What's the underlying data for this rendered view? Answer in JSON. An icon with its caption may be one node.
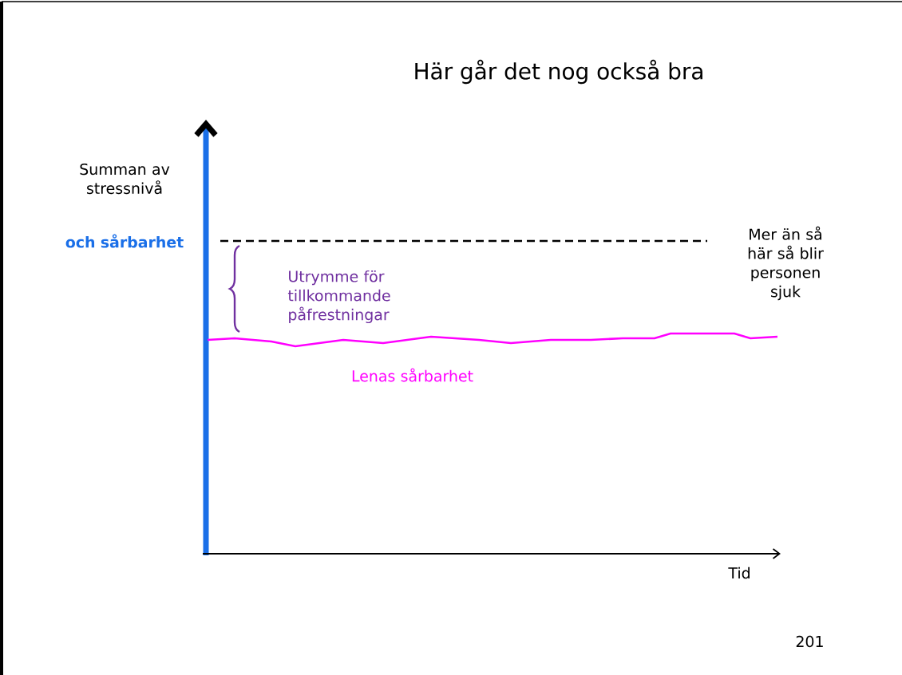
{
  "diagram": {
    "title": "Här går det nog också bra",
    "labels": [
      "Summan av stressnivå",
      "och sårbarhet",
      "Mer än så här så blir personen sjuk",
      "Utrymme för tillkommande påfrestningar",
      "Lenas sårbarhet",
      "Tid",
      "201"
    ]
  }
}
